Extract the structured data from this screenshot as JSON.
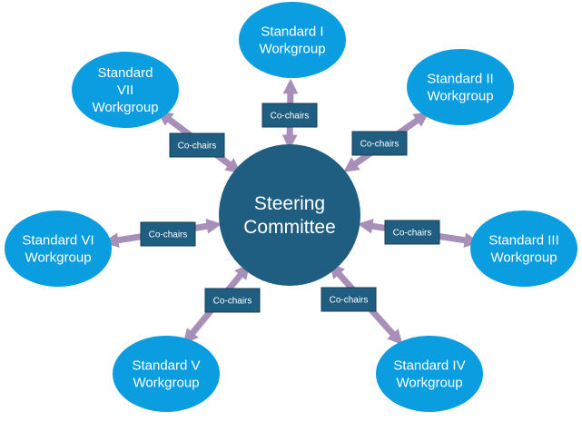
{
  "center": {
    "lines": [
      "Steering",
      "Committee"
    ],
    "fill": "#1F5E80"
  },
  "workgroups": [
    {
      "id": "standard-i",
      "lines": [
        "Standard I",
        "Workgroup"
      ]
    },
    {
      "id": "standard-ii",
      "lines": [
        "Standard II",
        "Workgroup"
      ]
    },
    {
      "id": "standard-iii",
      "lines": [
        "Standard III",
        "Workgroup"
      ]
    },
    {
      "id": "standard-iv",
      "lines": [
        "Standard IV",
        "Workgroup"
      ]
    },
    {
      "id": "standard-v",
      "lines": [
        "Standard V",
        "Workgroup"
      ]
    },
    {
      "id": "standard-vi",
      "lines": [
        "Standard VI",
        "Workgroup"
      ]
    },
    {
      "id": "standard-vii",
      "lines": [
        "Standard",
        "VII",
        "Workgroup"
      ]
    }
  ],
  "connector_label": "Co-chairs",
  "colors": {
    "workgroup_fill": "#0A9DE0",
    "arrow": "#A78FB8",
    "label_fill": "#1F5E80",
    "label_border": "#163F5A",
    "text": "#FFFFFF"
  }
}
